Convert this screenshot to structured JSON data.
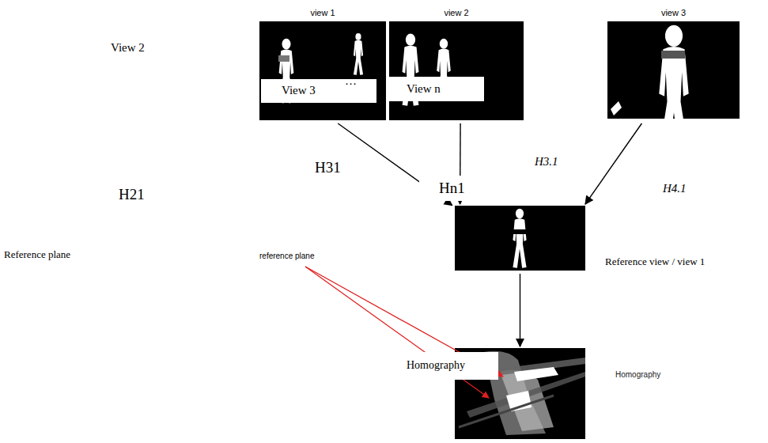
{
  "diagram": {
    "nodes": [
      {
        "text": [
          "view 1"
        ]
      },
      {
        "text": [
          "view 2"
        ]
      },
      {
        "text": [
          "view 3"
        ]
      },
      {
        "text": [
          "Reference view / view 1"
        ]
      },
      {
        "text": [
          "Homography"
        ]
      }
    ],
    "edges": [
      {
        "from": 0,
        "to": 3,
        "arrow": "to",
        "label": "H31"
      },
      {
        "from": 1,
        "to": 3,
        "arrow": "to",
        "label": "H3.1"
      },
      {
        "from": 2,
        "to": 3,
        "arrow": "to",
        "label": "H4.1"
      },
      {
        "from": 3,
        "to": 4,
        "arrow": "to"
      }
    ],
    "labels": [
      "View 2",
      "H21",
      "View 3",
      "…",
      "View n",
      "Hn1",
      "Reference plane",
      "reference plane",
      "Homography"
    ]
  }
}
